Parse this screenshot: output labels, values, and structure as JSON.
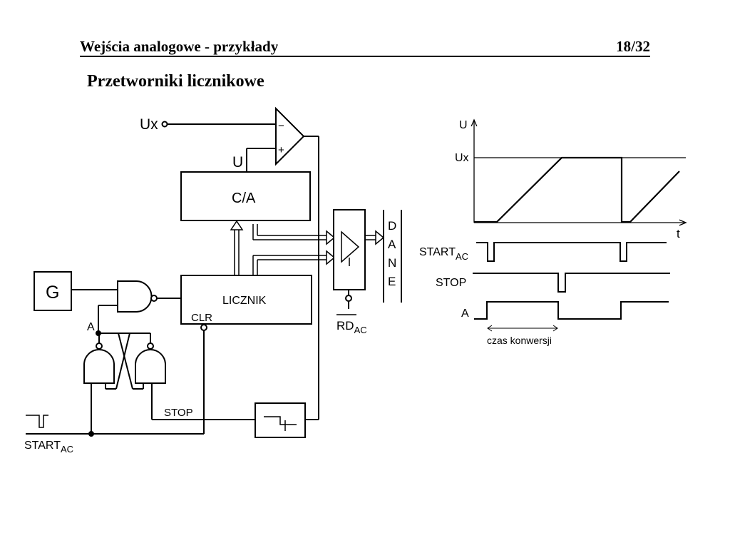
{
  "slide": {
    "header_title": "Wejścia analogowe - przykłady",
    "page_number": "18/32",
    "section_title": "Przetworniki licznikowe"
  },
  "circuit": {
    "ux_label": "Ux",
    "u_label": "U",
    "comp_minus": "−",
    "comp_plus": "+",
    "dac_label": "C/A",
    "counter_label": "LICZNIK",
    "clr_label": "CLR",
    "gen_label": "G",
    "a_label": "A",
    "stop_label": "STOP",
    "start_label": "START",
    "start_sub": "AC",
    "rd_label": "RD",
    "rd_sub": "AC",
    "dane_letters": [
      "D",
      "A",
      "N",
      "E"
    ]
  },
  "timing": {
    "u_axis": "U",
    "ux_level": "Ux",
    "t_axis": "t",
    "start_label": "START",
    "start_sub": "AC",
    "stop_label": "STOP",
    "a_label": "A",
    "conversion_label": "czas konwersji"
  }
}
